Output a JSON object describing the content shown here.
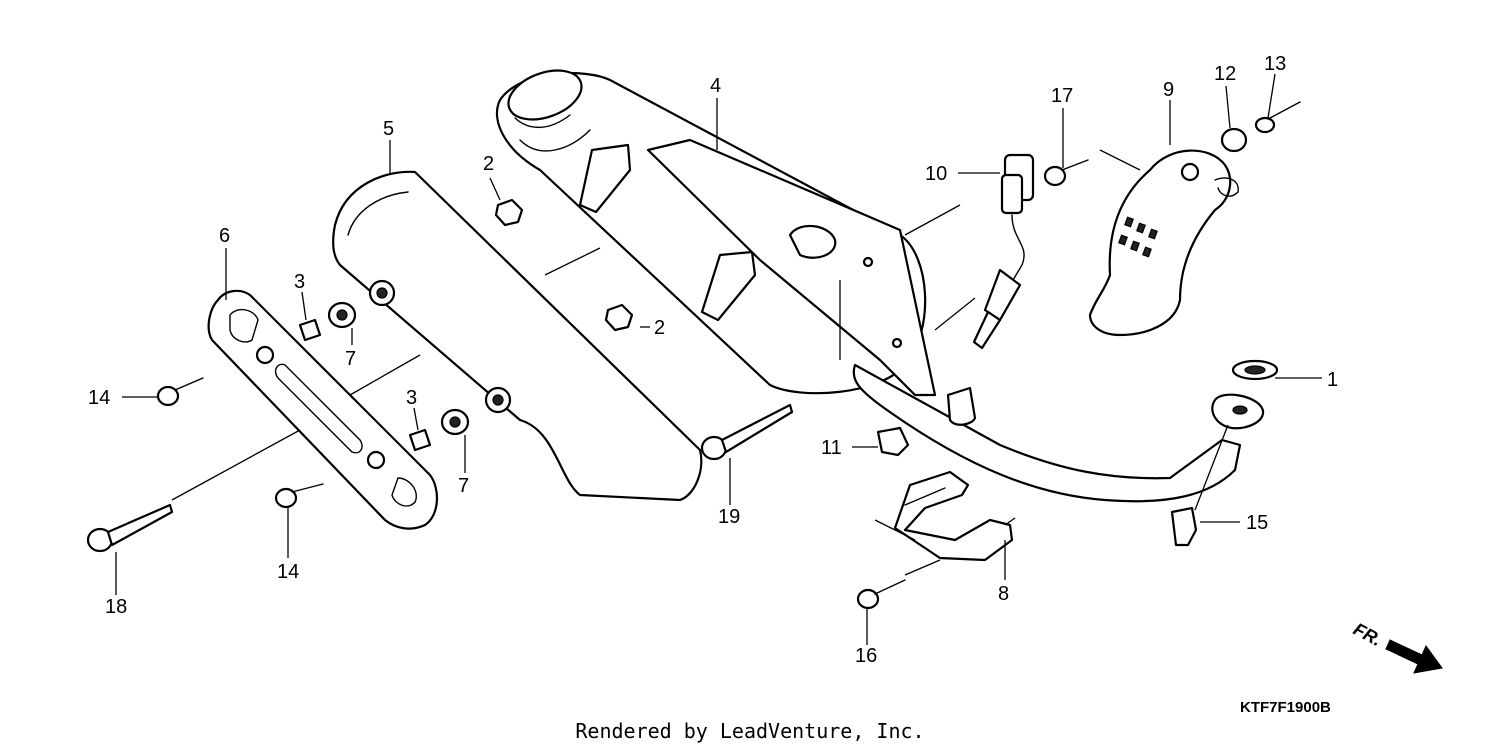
{
  "diagram": {
    "callouts": [
      {
        "id": "c1",
        "label": "1"
      },
      {
        "id": "c2a",
        "label": "2"
      },
      {
        "id": "c2b",
        "label": "2"
      },
      {
        "id": "c3a",
        "label": "3"
      },
      {
        "id": "c3b",
        "label": "3"
      },
      {
        "id": "c4",
        "label": "4"
      },
      {
        "id": "c5",
        "label": "5"
      },
      {
        "id": "c6",
        "label": "6"
      },
      {
        "id": "c7a",
        "label": "7"
      },
      {
        "id": "c7b",
        "label": "7"
      },
      {
        "id": "c8",
        "label": "8"
      },
      {
        "id": "c9",
        "label": "9"
      },
      {
        "id": "c10",
        "label": "10"
      },
      {
        "id": "c11",
        "label": "11"
      },
      {
        "id": "c12",
        "label": "12"
      },
      {
        "id": "c13",
        "label": "13"
      },
      {
        "id": "c14a",
        "label": "14"
      },
      {
        "id": "c14b",
        "label": "14"
      },
      {
        "id": "c15",
        "label": "15"
      },
      {
        "id": "c16",
        "label": "16"
      },
      {
        "id": "c17",
        "label": "17"
      },
      {
        "id": "c18",
        "label": "18"
      },
      {
        "id": "c19",
        "label": "19"
      }
    ],
    "diagram_code": "KTF7F1900B",
    "direction_label": "FR.",
    "footer": "Rendered by LeadVenture, Inc."
  }
}
